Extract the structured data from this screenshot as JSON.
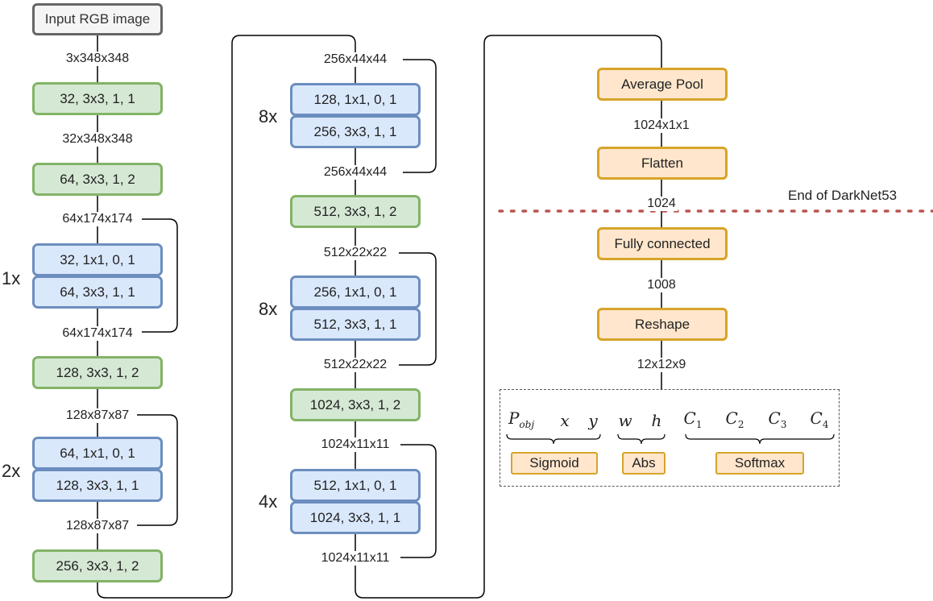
{
  "input": "Input RGB image",
  "col1": {
    "dims": [
      "3x348x348",
      "32x348x348",
      "64x174x174",
      "64x174x174",
      "128x87x87",
      "128x87x87"
    ],
    "layers": [
      "32, 3x3, 1, 1",
      "64, 3x3, 1, 2",
      "32, 1x1, 0, 1",
      "64, 3x3, 1, 1",
      "128, 3x3, 1, 2",
      "64, 1x1, 0, 1",
      "128, 3x3, 1, 1",
      "256, 3x3, 1, 2"
    ],
    "repeats": [
      "1x",
      "2x"
    ]
  },
  "col2": {
    "dims": [
      "256x44x44",
      "256x44x44",
      "512x22x22",
      "512x22x22",
      "1024x11x11",
      "1024x11x11"
    ],
    "layers": [
      "128, 1x1, 0, 1",
      "256, 3x3, 1, 1",
      "512, 3x3, 1, 2",
      "256, 1x1, 0, 1",
      "512, 3x3, 1, 1",
      "1024, 3x3, 1, 2",
      "512, 1x1, 0, 1",
      "1024, 3x3, 1, 1"
    ],
    "repeats": [
      "8x",
      "8x",
      "4x"
    ]
  },
  "col3": {
    "layers": [
      "Average Pool",
      "Flatten",
      "Fully connected",
      "Reshape"
    ],
    "dims": [
      "1024x1x1",
      "1024",
      "1008",
      "12x12x9"
    ],
    "end_label": "End of DarkNet53"
  },
  "output": {
    "vars": [
      "P",
      "obj",
      "x",
      "y",
      "w",
      "h",
      "C",
      "1",
      "C",
      "2",
      "C",
      "3",
      "C",
      "4"
    ],
    "activations": [
      "Sigmoid",
      "Abs",
      "Softmax"
    ]
  },
  "colors": {
    "conv_fill": "#d5e8d4",
    "conv_border": "#82b366",
    "res_fill": "#dae8fc",
    "res_border": "#6c8ebf",
    "head_fill": "#ffe6cc",
    "head_border": "#d6a42a",
    "divider": "#b85450"
  }
}
